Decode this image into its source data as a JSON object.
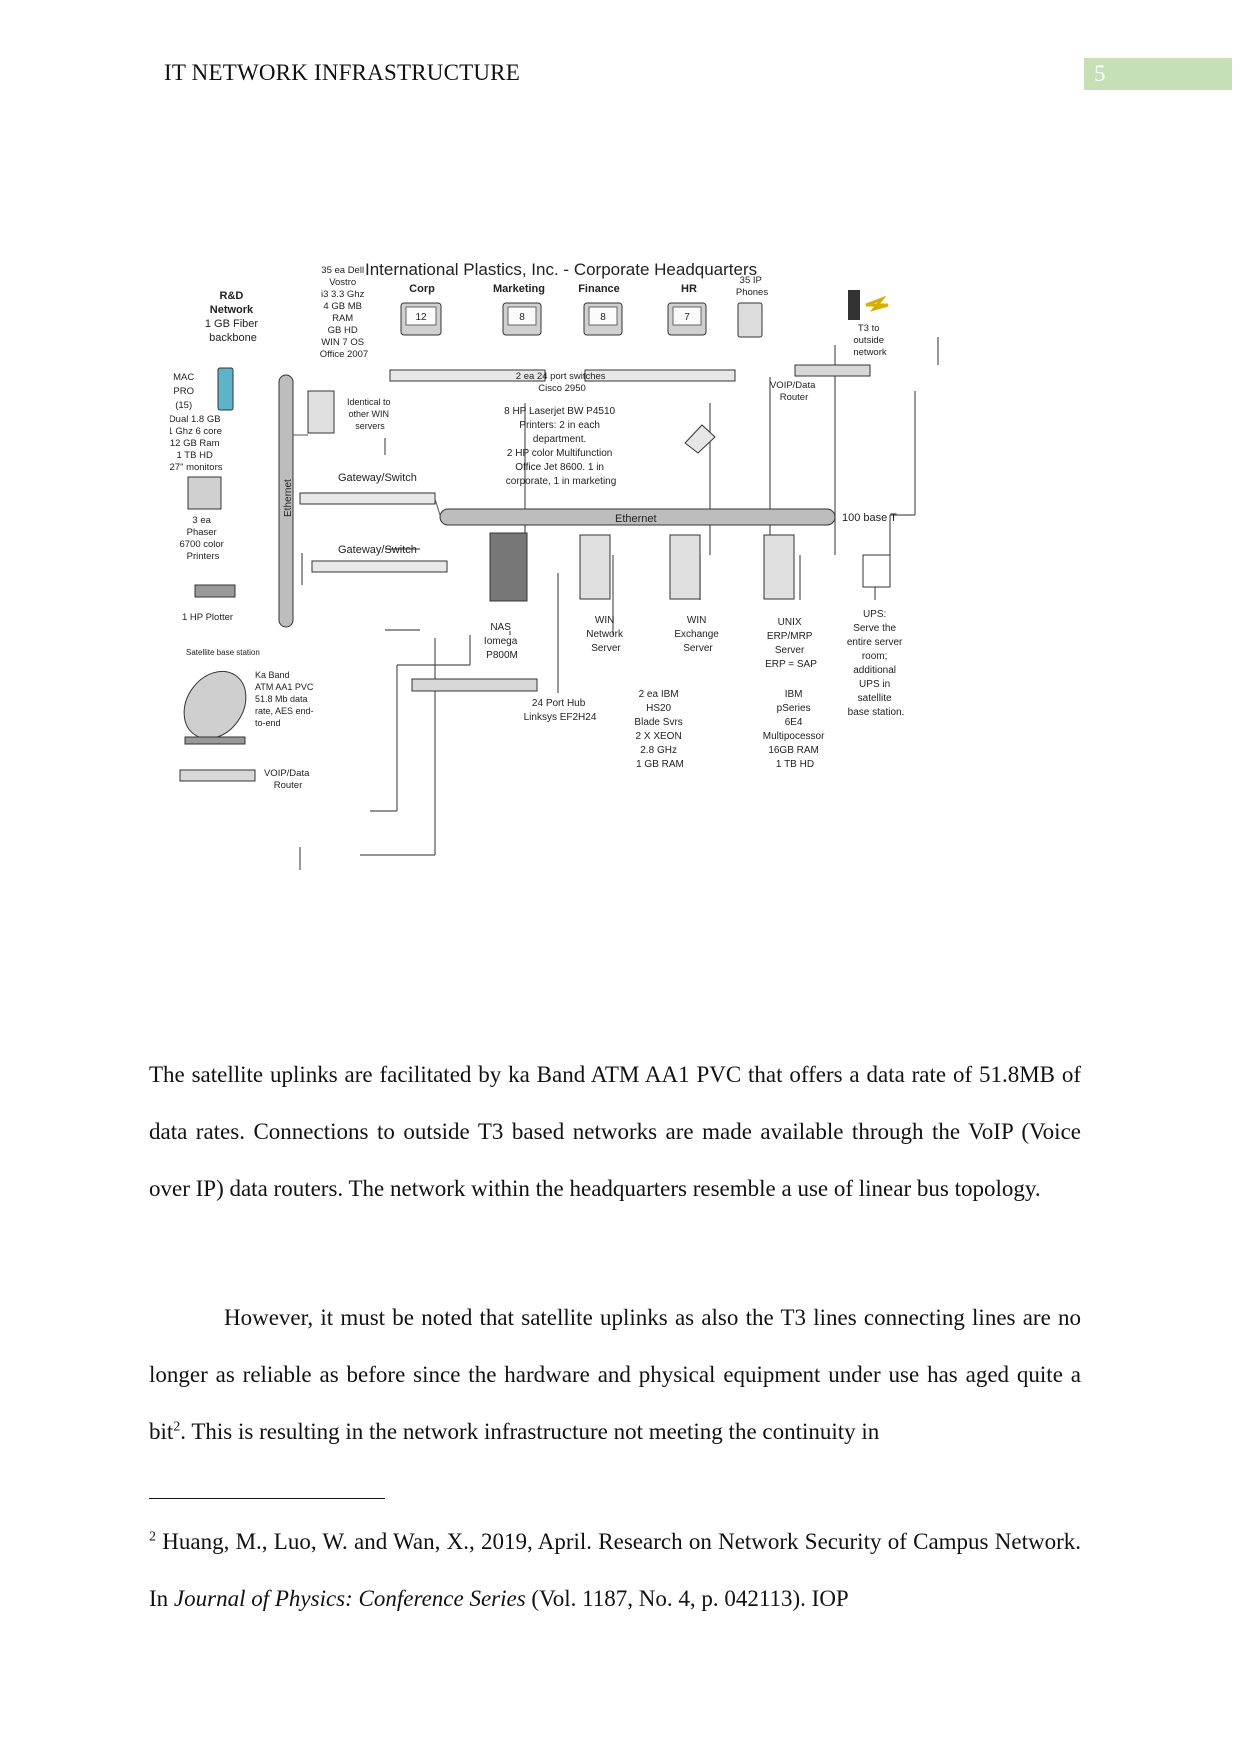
{
  "header": {
    "running_head": "IT NETWORK INFRASTRUCTURE",
    "page_number": "5"
  },
  "figure": {
    "title": "International Plastics, Inc. -  Corporate Headquarters",
    "rd": [
      "R&D",
      "Network",
      "1 GB Fiber",
      "backbone"
    ],
    "dell": [
      "35 ea Dell",
      "Vostro",
      "i3 3.3 Ghz",
      "4 GB MB",
      "RAM",
      "GB HD",
      "WIN 7 OS",
      "Office 2007"
    ],
    "depts": [
      {
        "name": "Corp",
        "count": "12"
      },
      {
        "name": "Marketing",
        "count": "8"
      },
      {
        "name": "Finance",
        "count": "8"
      },
      {
        "name": "HR",
        "count": "7"
      }
    ],
    "ip_phones": [
      "35 IP",
      "Phones"
    ],
    "t3": [
      "T3 to",
      "outside",
      "network"
    ],
    "voip_top": [
      "VOIP/Data",
      "Router"
    ],
    "mac": [
      "MAC",
      "PRO",
      "(15)",
      "Dual 1.8 GB",
      "1  Ghz 6 core",
      "12 GB Ram",
      "1 TB HD",
      "27\" monitors"
    ],
    "identical": [
      "Identical to",
      "other WIN",
      "servers"
    ],
    "switches": [
      "2 ea 24 port switches",
      "Cisco 2950"
    ],
    "printers_note": [
      "8 HP Laserjet BW P4510",
      "Printers: 2 in each",
      "department.",
      "2 HP color Multifunction",
      "Office Jet 8600. 1 in",
      "corporate, 1 in marketing"
    ],
    "gateway1": "Gateway/Switch",
    "gateway2": "Gateway/Switch",
    "ethernet_h": "Ethernet",
    "ethernet_v": "Ethernet",
    "base_t": "100 base T",
    "phaser": [
      "3 ea",
      "Phaser",
      "6700 color",
      "Printers"
    ],
    "plotter": "1 HP Plotter",
    "sat_station": "Satellite base station",
    "ka": [
      "Ka Band",
      "ATM AA1 PVC",
      "51.8 Mb data",
      "rate, AES end-",
      "to-end"
    ],
    "nas": [
      "NAS",
      "Iomega",
      "P800M"
    ],
    "win_net": [
      "WIN",
      "Network",
      "Server"
    ],
    "win_exch": [
      "WIN",
      "Exchange",
      "Server"
    ],
    "unix": [
      "UNIX",
      "ERP/MRP",
      "Server",
      "ERP = SAP"
    ],
    "ups": [
      "UPS:",
      "Serve the",
      "entire server",
      "room;",
      "additional",
      "UPS in",
      "satellite",
      "base station."
    ],
    "hub": [
      "24 Port Hub",
      "Linksys EF2H24"
    ],
    "ibm_blade": [
      "2 ea IBM",
      "HS20",
      "Blade Svrs",
      "2 X XEON",
      "2.8 GHz",
      "1 GB RAM"
    ],
    "ibm_p": [
      "IBM",
      "pSeries",
      "6E4",
      "Multipocessor",
      "16GB RAM",
      "1 TB HD"
    ],
    "voip_bottom": [
      "VOIP/Data",
      "Router"
    ]
  },
  "body": {
    "p1": "The satellite uplinks are facilitated by ka Band ATM AA1 PVC that offers a data rate of 51.8MB of data rates. Connections to outside T3 based networks are made available through the VoIP (Voice over  IP) data routers. The network within the headquarters resemble a use of linear bus topology.",
    "p2_before": "However, it must be noted that satellite uplinks as also the T3 lines connecting lines are no longer as reliable as before since the hardware and physical equipment under use has aged quite a bit",
    "p2_sup": "2",
    "p2_after": ". This is resulting in the network infrastructure not meeting the continuity in"
  },
  "footnote": {
    "marker": "2",
    "text_before": " Huang, M., Luo, W. and Wan, X., 2019, April. Research on Network Security of Campus Network.  In ",
    "journal": "Journal of Physics: Conference Series",
    "text_after": " (Vol. 1187, No. 4, p. 042113). IOP"
  }
}
